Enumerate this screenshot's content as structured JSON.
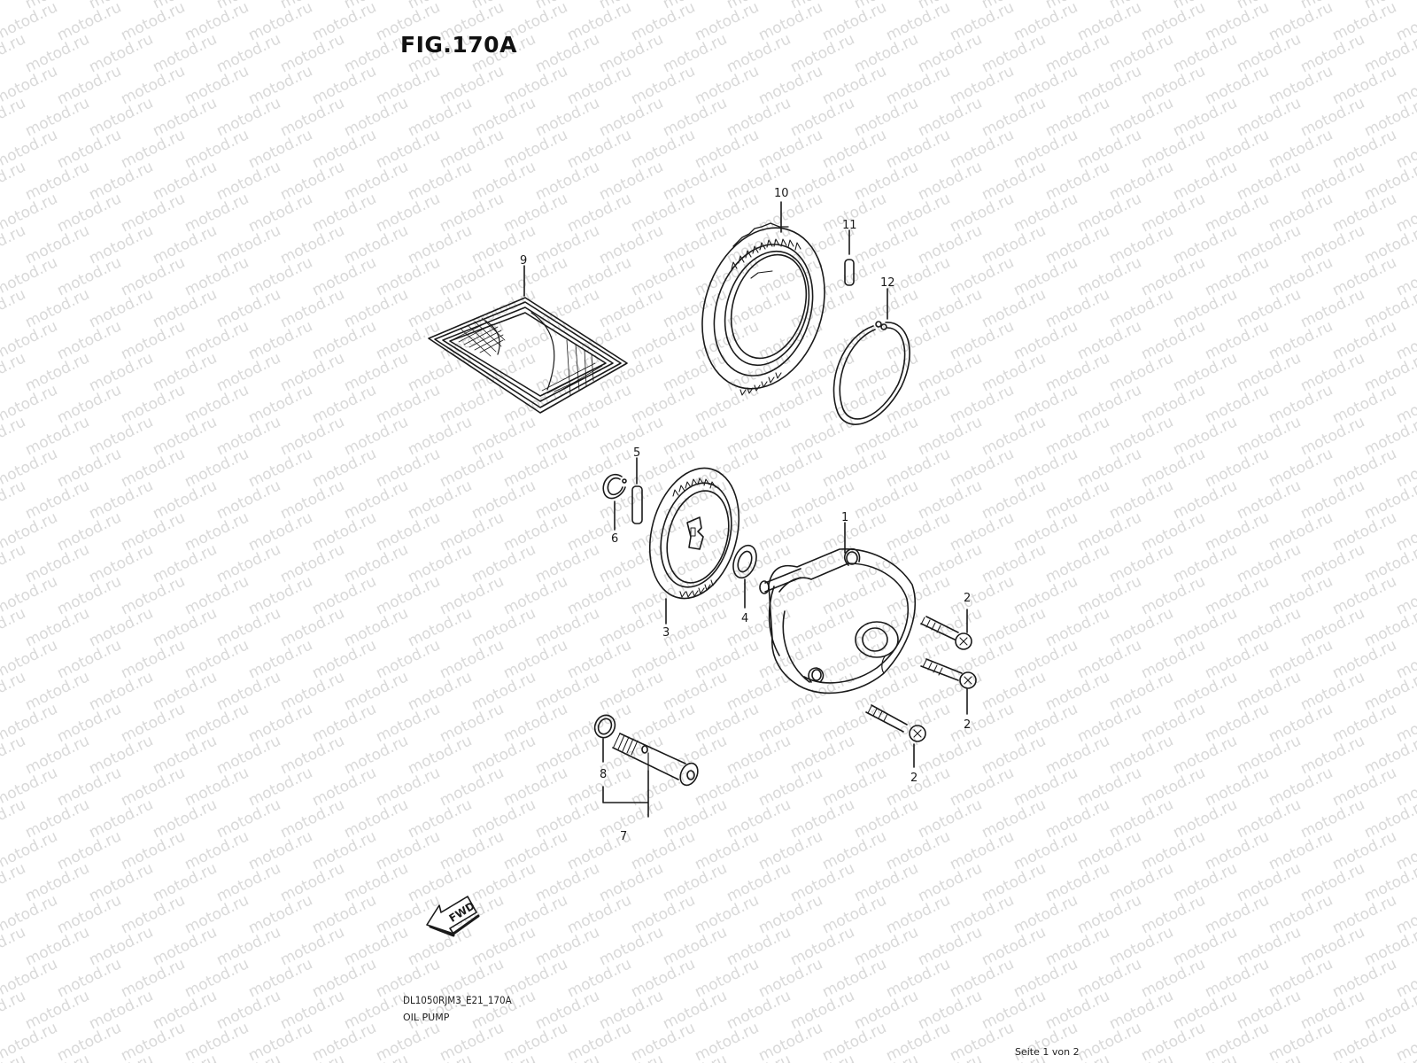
{
  "figure": {
    "title": "FIG.170A"
  },
  "watermark": {
    "text": "motod.ru",
    "color": "#d9d9d9"
  },
  "parts": [
    {
      "id": "part-1",
      "label": "1"
    },
    {
      "id": "part-2a",
      "label": "2"
    },
    {
      "id": "part-2b",
      "label": "2"
    },
    {
      "id": "part-2c",
      "label": "2"
    },
    {
      "id": "part-3",
      "label": "3"
    },
    {
      "id": "part-4",
      "label": "4"
    },
    {
      "id": "part-5",
      "label": "5"
    },
    {
      "id": "part-6",
      "label": "6"
    },
    {
      "id": "part-7",
      "label": "7"
    },
    {
      "id": "part-8",
      "label": "8"
    },
    {
      "id": "part-9",
      "label": "9"
    },
    {
      "id": "part-10",
      "label": "10"
    },
    {
      "id": "part-11",
      "label": "11"
    },
    {
      "id": "part-12",
      "label": "12"
    }
  ],
  "fwd": {
    "label": "FWD"
  },
  "footer": {
    "code": "DL1050RJM3_E21_170A",
    "name": "OIL PUMP",
    "page": "Seite 1 von 2"
  },
  "colors": {
    "line": "#1a1a1a",
    "background": "#ffffff"
  }
}
